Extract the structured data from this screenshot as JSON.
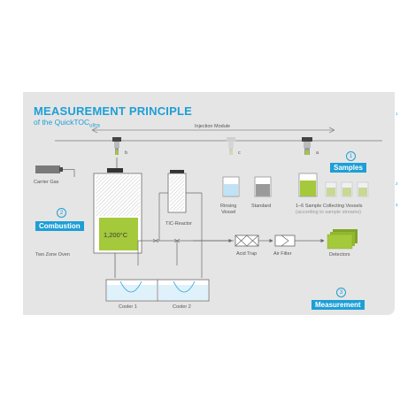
{
  "diagram": {
    "title": "MEASUREMENT PRINCIPLE",
    "subtitle_prefix": "of the QuickTOC",
    "subtitle_suffix": "ultra",
    "labels": {
      "injection_module": "Injection Module",
      "carrier_gas": "Carrier Gas",
      "two_zone_oven": "Two Zone Oven",
      "temperature": "1,200°C",
      "tic_reactor": "TIC-Reactor",
      "rinsing_vessel": "Rinsing\nVessel",
      "standard": "Standard",
      "sample_vessels_line1": "1–6 Sample Collecting Vessels",
      "sample_vessels_line2": "(according to sample streams)",
      "acid_trap": "Acid Trap",
      "air_filter": "Air Filter",
      "detectors": "Detectors",
      "cooler1": "Cooler 1",
      "cooler2": "Cooler 2",
      "valve_a": "a",
      "valve_b": "b",
      "valve_c": "c"
    },
    "steps": [
      {
        "number": "1",
        "label": "Samples"
      },
      {
        "number": "2",
        "label": "Combustion"
      },
      {
        "number": "3",
        "label": "Measurement"
      }
    ],
    "side_numbers": [
      "1",
      "2",
      "3"
    ],
    "colors": {
      "accent": "#1d9fd6",
      "green": "#a4c93a",
      "panel": "#e5e5e5",
      "line": "#6a6a6a"
    }
  }
}
